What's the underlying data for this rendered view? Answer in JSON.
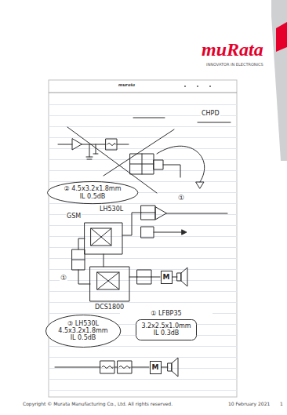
{
  "diagram": {
    "nodes": [
      {
        "text": [
          "② 4.5x3.2x1.8mm IL 0.5dB"
        ]
      },
      {
        "text": [
          "M"
        ]
      },
      {
        "text": [
          "③ LH530L 4.5x3.2x1.8mm IL 0.5dB"
        ]
      },
      {
        "text": [
          "① LFBP35",
          "3.2x2.5x1.0mm IL 0.3dB"
        ]
      },
      {
        "text": [
          "M"
        ]
      }
    ],
    "labels": [
      "muRata",
      "INNOVATOR IN ELECTRONICS",
      "murata",
      "CHPD",
      "LH530L",
      "GSM",
      "①",
      "①",
      "DCS1800",
      "Copyright © Murata Manufacturing Co., Ltd. All rights reserved.",
      "10 February 2021",
      "1"
    ]
  }
}
